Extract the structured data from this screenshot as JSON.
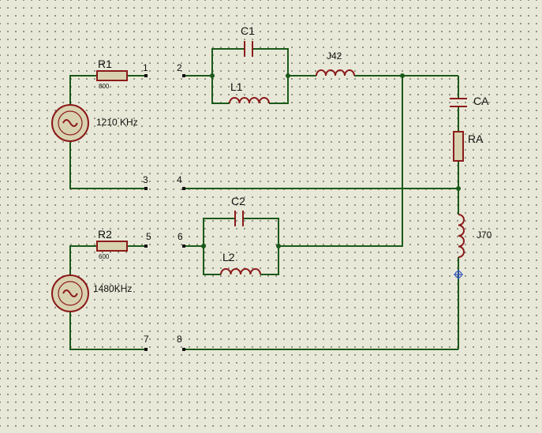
{
  "colors": {
    "wire": "#1a5a1a",
    "component": "#8b1a1a",
    "source_fill": "#d9d2b0",
    "background": "#e8e8d8"
  },
  "components": {
    "r1": {
      "name": "R1",
      "value": "800"
    },
    "r2": {
      "name": "R2",
      "value": "600"
    },
    "c1": {
      "name": "C1"
    },
    "c2": {
      "name": "C2"
    },
    "l1": {
      "name": "L1"
    },
    "l2": {
      "name": "L2"
    },
    "j42": {
      "name": "J42"
    },
    "j70": {
      "name": "J70"
    },
    "ca": {
      "name": "CA"
    },
    "ra": {
      "name": "RA"
    },
    "v1": {
      "label": "1210 KHz",
      "icon": "ac-source-icon"
    },
    "v2": {
      "label": "1480KHz",
      "icon": "ac-source-icon"
    }
  },
  "terminals": [
    "1",
    "2",
    "3",
    "4",
    "5",
    "6",
    "7",
    "8"
  ]
}
